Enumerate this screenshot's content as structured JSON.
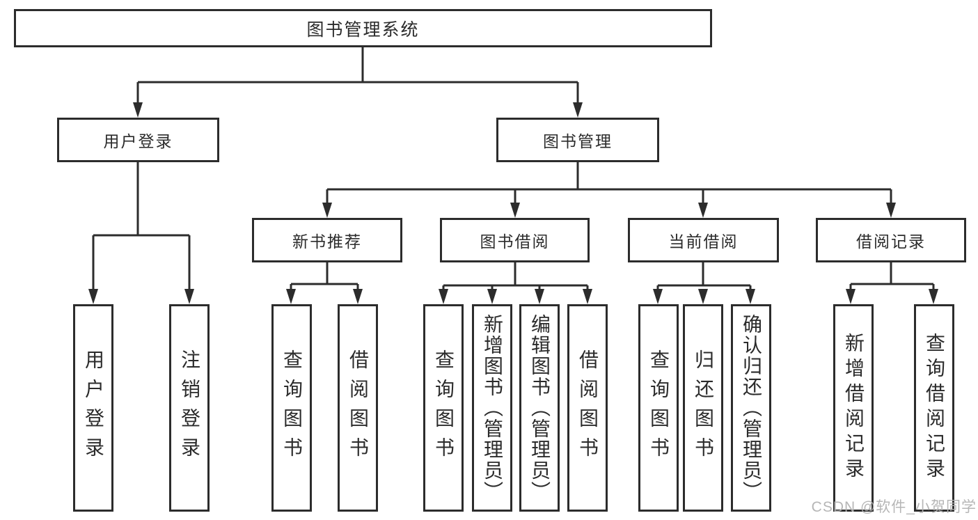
{
  "tree": {
    "root": {
      "label": "图书管理系统",
      "children": [
        {
          "label": "用户登录",
          "children": [
            {
              "label": "用户登录"
            },
            {
              "label": "注销登录"
            }
          ]
        },
        {
          "label": "图书管理",
          "children": [
            {
              "label": "新书推荐",
              "children": [
                {
                  "label": "查询图书"
                },
                {
                  "label": "借阅图书"
                }
              ]
            },
            {
              "label": "图书借阅",
              "children": [
                {
                  "label": "查询图书"
                },
                {
                  "label": "新增图书（管理员）"
                },
                {
                  "label": "编辑图书（管理员）"
                },
                {
                  "label": "借阅图书"
                }
              ]
            },
            {
              "label": "当前借阅",
              "children": [
                {
                  "label": "查询图书"
                },
                {
                  "label": "归还图书"
                },
                {
                  "label": "确认归还（管理员）"
                }
              ]
            },
            {
              "label": "借阅记录",
              "children": [
                {
                  "label": "新增借阅记录"
                },
                {
                  "label": "查询借阅记录"
                }
              ]
            }
          ]
        }
      ]
    }
  },
  "watermark": "CSDN @软件_小贺同学",
  "colors": {
    "line": "#2c2c2c",
    "box_border": "#2c2c2c",
    "text": "#2b2b2b",
    "background": "#ffffff",
    "watermark": "#b2b2b2"
  }
}
